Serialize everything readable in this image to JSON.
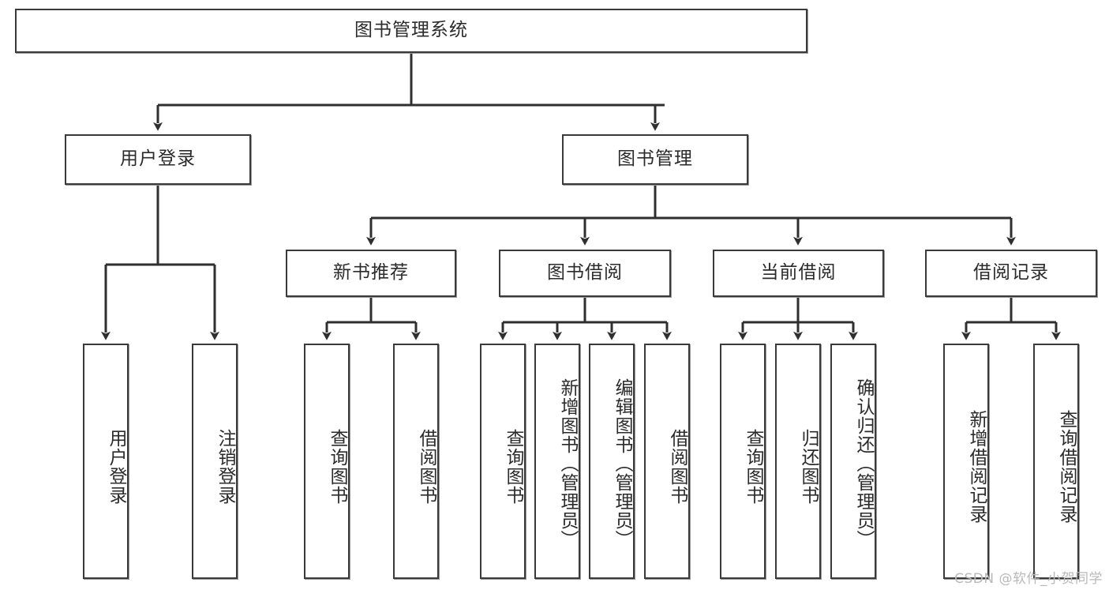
{
  "diagram": {
    "title": "图书管理系统",
    "type": "tree-structure-chart",
    "root": {
      "id": "root",
      "label": "图书管理系统"
    },
    "level2": [
      {
        "id": "user-login",
        "label": "用户登录"
      },
      {
        "id": "book-management",
        "label": "图书管理"
      }
    ],
    "level3": [
      {
        "id": "new-book-recommend",
        "label": "新书推荐",
        "parent": "book-management"
      },
      {
        "id": "book-borrow",
        "label": "图书借阅",
        "parent": "book-management"
      },
      {
        "id": "current-borrow",
        "label": "当前借阅",
        "parent": "book-management"
      },
      {
        "id": "borrow-record",
        "label": "借阅记录",
        "parent": "book-management"
      }
    ],
    "leaves": [
      {
        "id": "leaf-user-login",
        "label": "用户登录",
        "parent": "user-login"
      },
      {
        "id": "leaf-logout-login",
        "label": "注销登录",
        "parent": "user-login"
      },
      {
        "id": "leaf-query-book-1",
        "label": "查询图书",
        "parent": "new-book-recommend"
      },
      {
        "id": "leaf-borrow-book-1",
        "label": "借阅图书",
        "parent": "new-book-recommend"
      },
      {
        "id": "leaf-query-book-2",
        "label": "查询图书",
        "parent": "book-borrow"
      },
      {
        "id": "leaf-add-book",
        "label": "新增图书（管理员）",
        "parent": "book-borrow"
      },
      {
        "id": "leaf-edit-book",
        "label": "编辑图书（管理员）",
        "parent": "book-borrow"
      },
      {
        "id": "leaf-borrow-book-2",
        "label": "借阅图书",
        "parent": "book-borrow"
      },
      {
        "id": "leaf-query-book-3",
        "label": "查询图书",
        "parent": "current-borrow"
      },
      {
        "id": "leaf-return-book",
        "label": "归还图书",
        "parent": "current-borrow"
      },
      {
        "id": "leaf-confirm-return",
        "label": "确认归还（管理员）",
        "parent": "current-borrow"
      },
      {
        "id": "leaf-add-record",
        "label": "新增借阅记录",
        "parent": "borrow-record"
      },
      {
        "id": "leaf-query-record",
        "label": "查询借阅记录",
        "parent": "borrow-record"
      }
    ],
    "colors": {
      "border": "#3a3a3a",
      "background": "#ffffff",
      "text": "#2b2b2b",
      "shadow": "#9a9a9a",
      "watermark": "#b9b9b9"
    }
  },
  "watermark": {
    "text": "CSDN @软件_小贺同学"
  }
}
